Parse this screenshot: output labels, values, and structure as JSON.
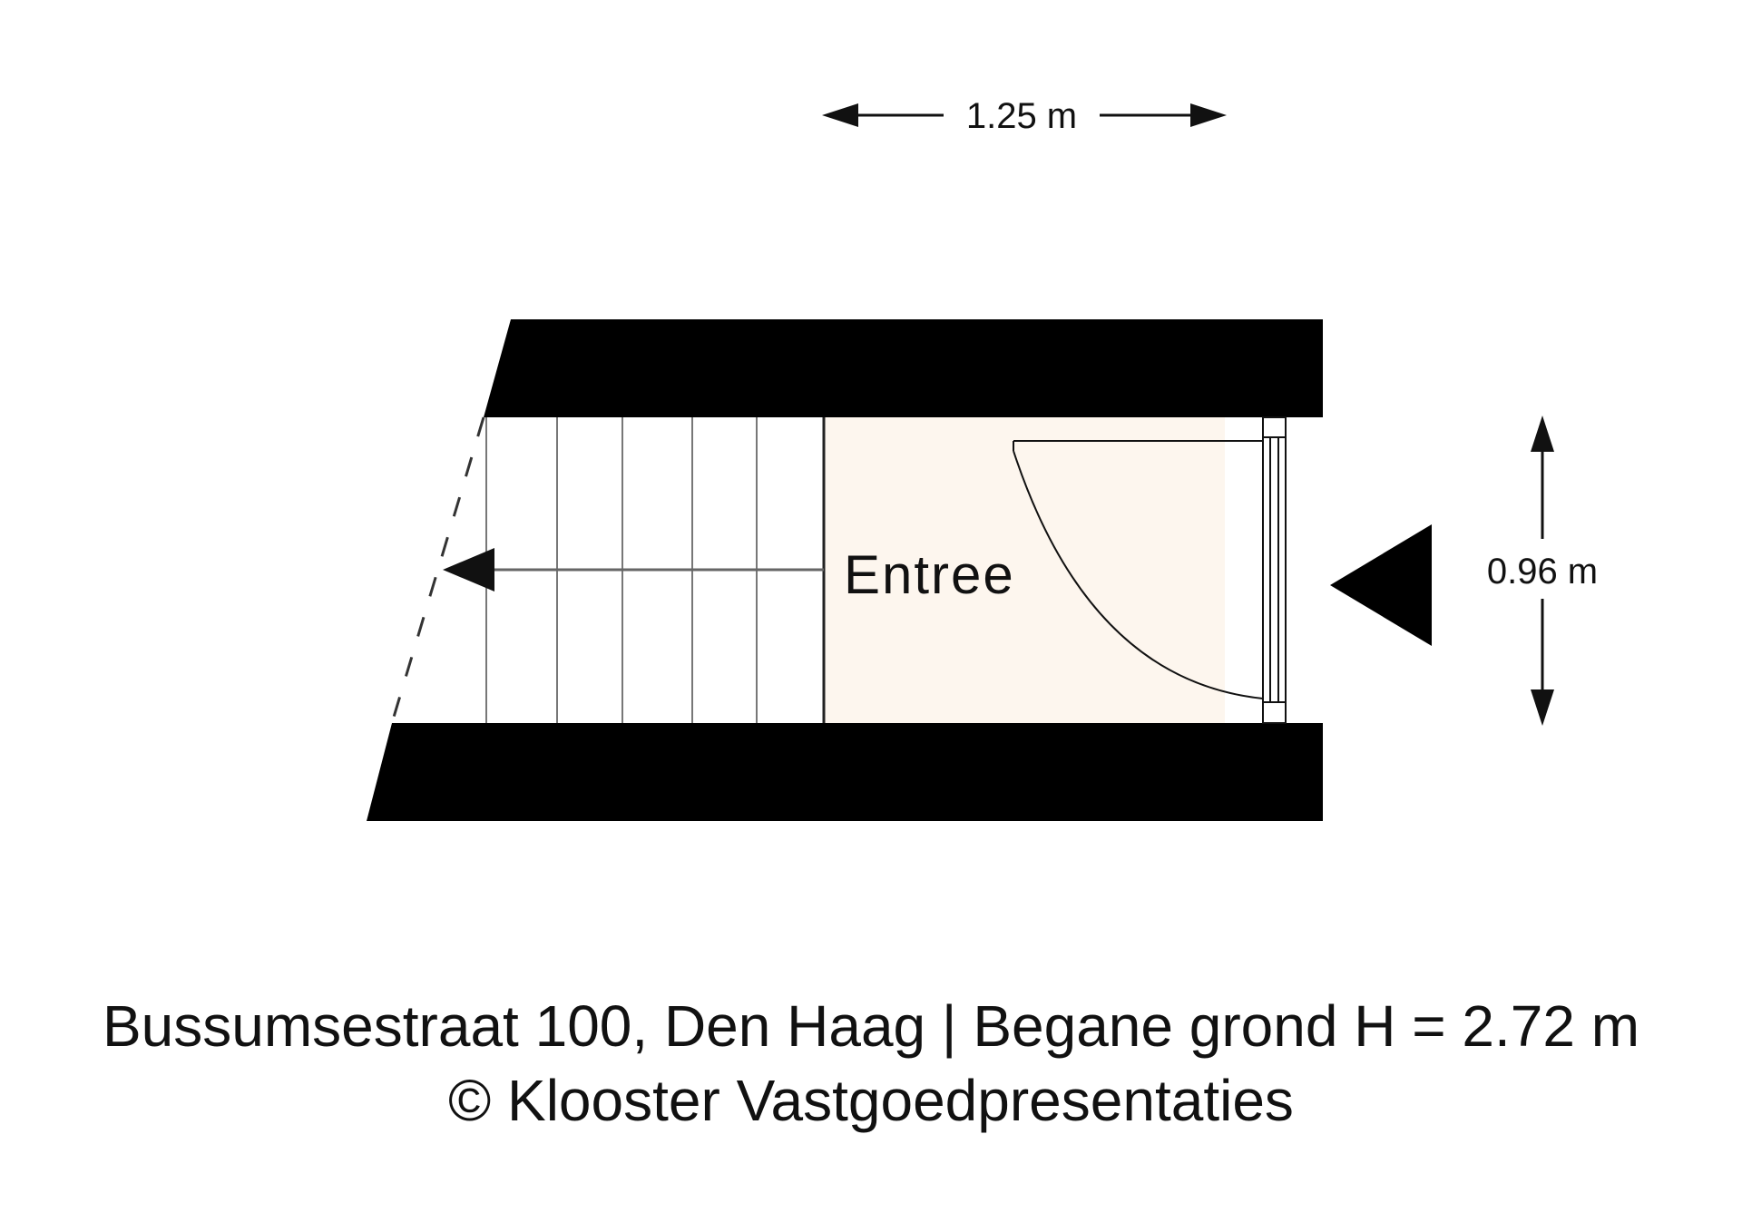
{
  "plan": {
    "width_dimension": "1.25 m",
    "depth_dimension": "0.96 m",
    "room_label": "Entree"
  },
  "footer": {
    "line1": "Bussumsestraat 100, Den Haag | Begane grond H = 2.72 m",
    "line2": "© Klooster Vastgoedpresentaties"
  },
  "colors": {
    "walls": "#000000",
    "room_fill": "#fdf6ee",
    "lines": "#555555"
  }
}
